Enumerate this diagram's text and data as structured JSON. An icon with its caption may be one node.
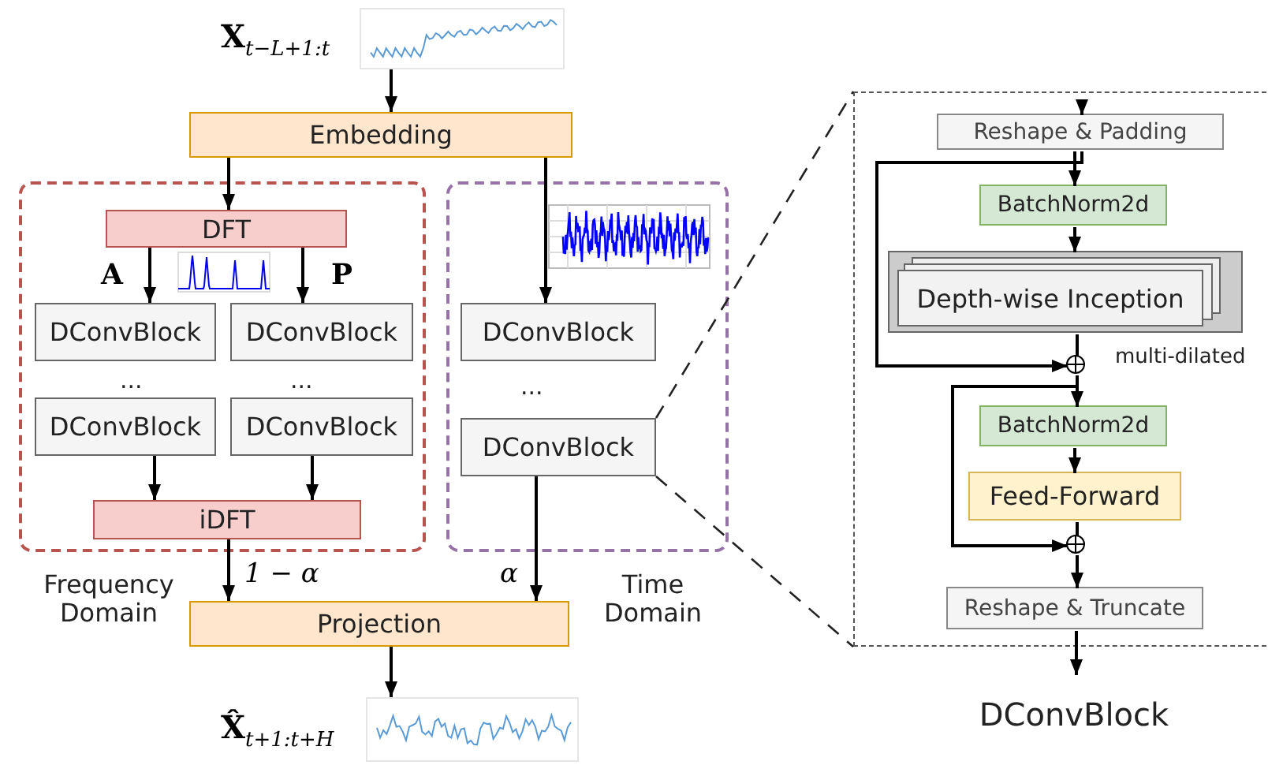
{
  "diagram": {
    "nodes": [
      {
        "text": [],
        "shape": "picture",
        "beside": [
          "**X**$_{t−L+1:t}$"
        ]
      },
      {
        "text": [
          "Embedding"
        ]
      },
      {
        "text": [
          "Frequency Domain"
        ]
      },
      {
        "text": [
          "DFT"
        ],
        "in": 2
      },
      {
        "text": [
          "DConvBlock"
        ],
        "in": 2
      },
      {
        "text": [
          "DConvBlock"
        ],
        "in": 2
      },
      {
        "text": [
          "DConvBlock"
        ],
        "in": 2
      },
      {
        "text": [
          "DConvBlock"
        ],
        "in": 2
      },
      {
        "text": [
          "iDFT"
        ],
        "in": 2
      },
      {
        "text": [
          "Time Domain"
        ]
      },
      {
        "text": [
          "DConvBlock"
        ],
        "in": 9
      },
      {
        "text": [
          "DConvBlock"
        ],
        "in": 9
      },
      {
        "text": [
          "Projection"
        ]
      },
      {
        "text": [],
        "shape": "picture",
        "beside": [
          "**X̂**$_{t+1:t+H}$"
        ]
      },
      {
        "text": [
          "DConvBlock"
        ]
      },
      {
        "text": [
          "Reshape & Padding"
        ],
        "in": 14
      },
      {
        "text": [
          "BatchNorm2d"
        ],
        "in": 14
      },
      {
        "text": [
          "Depth-wise Inception"
        ],
        "in": 14,
        "beside": [
          "multi-dilated"
        ]
      },
      {
        "text": [],
        "shape": "circle",
        "in": 14
      },
      {
        "text": [
          "BatchNorm2d"
        ],
        "in": 14
      },
      {
        "text": [
          "Feed-Forward"
        ],
        "in": 14
      },
      {
        "text": [],
        "shape": "circle",
        "in": 14
      },
      {
        "text": [
          "Reshape & Truncate"
        ],
        "in": 14
      }
    ],
    "edges": [
      {
        "from": 0,
        "to": 1,
        "arrow": "to"
      },
      {
        "from": 1,
        "to": 3,
        "arrow": "to"
      },
      {
        "from": 1,
        "to": 10,
        "arrow": "to"
      },
      {
        "from": 3,
        "to": 4,
        "arrow": "to",
        "label": "A"
      },
      {
        "from": 3,
        "to": 5,
        "arrow": "to",
        "label": "P"
      },
      {
        "from": 6,
        "to": 8,
        "arrow": "to"
      },
      {
        "from": 7,
        "to": 8,
        "arrow": "to"
      },
      {
        "from": 8,
        "to": 12,
        "arrow": "to",
        "label": "1 − α"
      },
      {
        "from": 11,
        "to": 12,
        "arrow": "to",
        "label": "α"
      },
      {
        "from": 12,
        "to": 13,
        "arrow": "to"
      },
      {
        "from": 11,
        "to": 14,
        "arrow": "none",
        "style": "dashed"
      },
      {
        "from": 11,
        "to": 14,
        "arrow": "none",
        "style": "dashed"
      },
      {
        "from": null,
        "to": 15,
        "arrow": "to"
      },
      {
        "from": 15,
        "to": 16,
        "arrow": "to"
      },
      {
        "from": 15,
        "to": 18,
        "arrow": "to"
      },
      {
        "from": 16,
        "to": 17,
        "arrow": "to"
      },
      {
        "from": 17,
        "to": 18,
        "arrow": "none"
      },
      {
        "from": 18,
        "to": 19,
        "arrow": "to"
      },
      {
        "from": 18,
        "to": 21,
        "arrow": "to"
      },
      {
        "from": 19,
        "to": 20,
        "arrow": "to"
      },
      {
        "from": 20,
        "to": 21,
        "arrow": "none"
      },
      {
        "from": 21,
        "to": 22,
        "arrow": "to"
      },
      {
        "from": 22,
        "to": null,
        "arrow": "to"
      }
    ],
    "labels": [
      "...",
      "...",
      "..."
    ]
  }
}
